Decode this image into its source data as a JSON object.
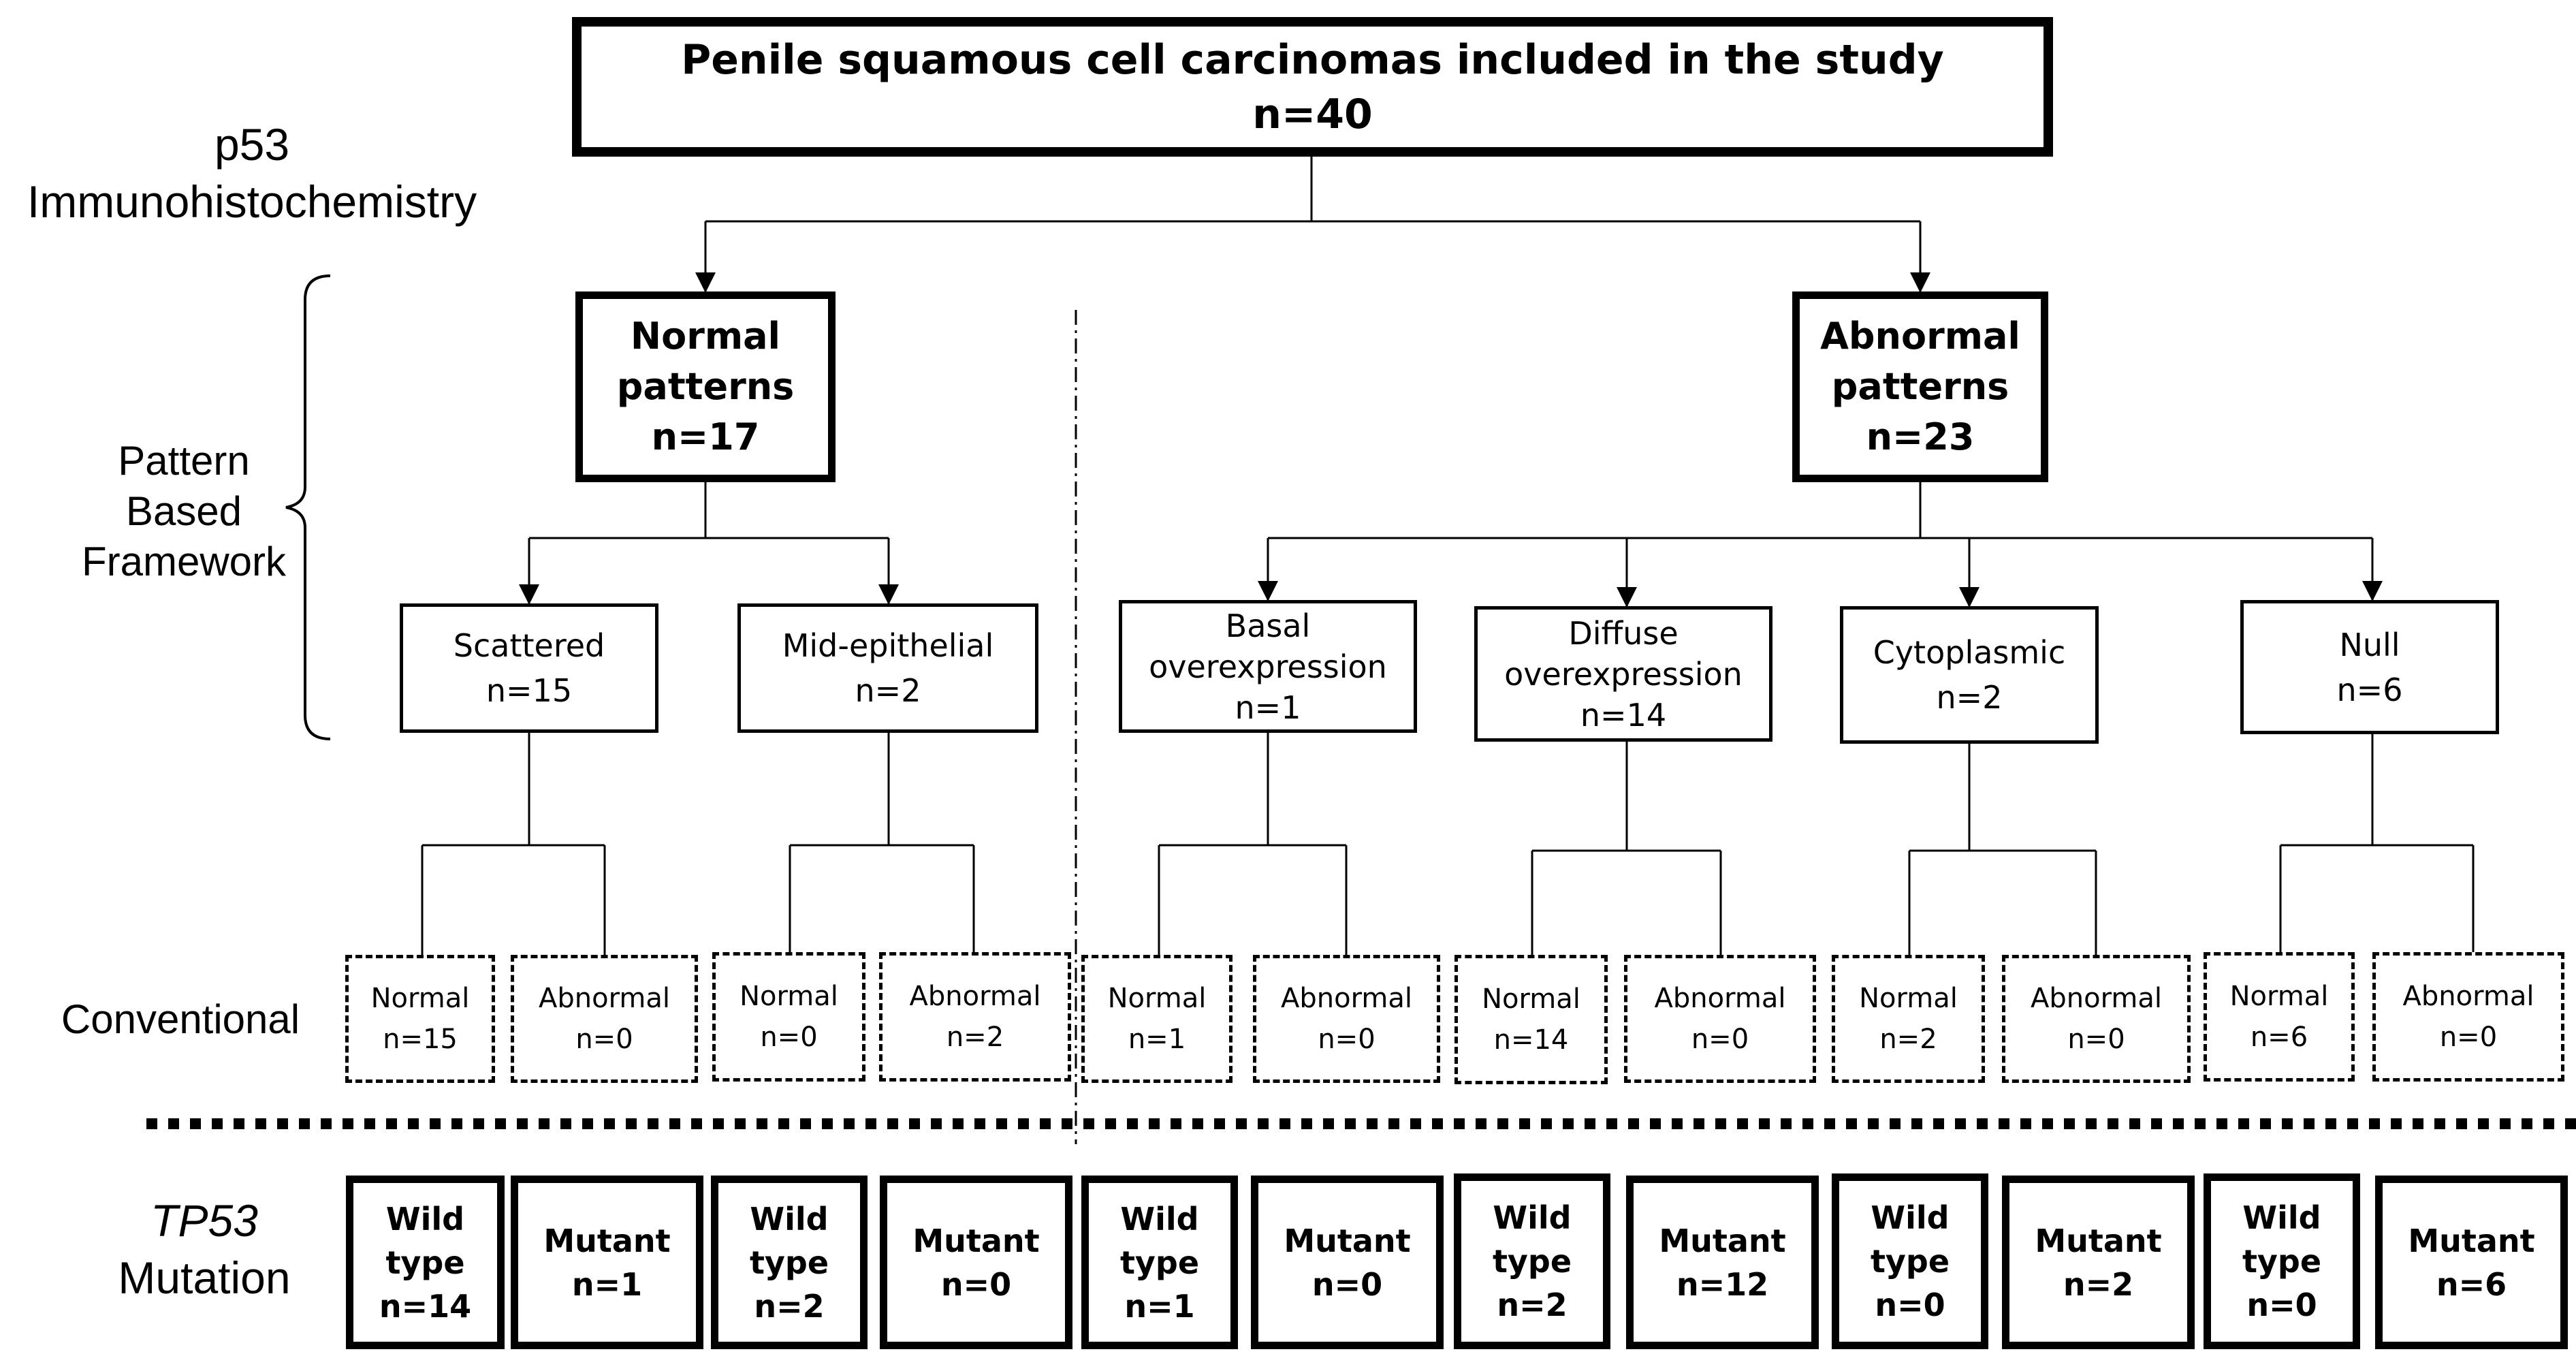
{
  "root": {
    "title": "Penile squamous cell carcinomas included in the study",
    "count": "n=40"
  },
  "left_labels": {
    "ihc": [
      "p53",
      "Immunohistochemistry"
    ],
    "framework": [
      "Pattern",
      "Based",
      "Framework"
    ],
    "conventional": "Conventional",
    "mutation": [
      "TP53",
      "Mutation"
    ]
  },
  "normal": {
    "lines": [
      "Normal",
      "patterns",
      "n=17"
    ]
  },
  "abnormal": {
    "lines": [
      "Abnormal",
      "patterns",
      "n=23"
    ]
  },
  "subpatterns": [
    {
      "lines": [
        "Scattered",
        "n=15"
      ]
    },
    {
      "lines": [
        "Mid-epithelial",
        "n=2"
      ]
    },
    {
      "lines": [
        "Basal",
        "overexpression",
        "n=1"
      ]
    },
    {
      "lines": [
        "Diffuse",
        "overexpression",
        "n=14"
      ]
    },
    {
      "lines": [
        "Cytoplasmic",
        "n=2"
      ]
    },
    {
      "lines": [
        "Null",
        "n=6"
      ]
    }
  ],
  "conventional": [
    {
      "lines": [
        "Normal",
        "n=15"
      ]
    },
    {
      "lines": [
        "Abnormal",
        "n=0"
      ]
    },
    {
      "lines": [
        "Normal",
        "n=0"
      ]
    },
    {
      "lines": [
        "Abnormal",
        "n=2"
      ]
    },
    {
      "lines": [
        "Normal",
        "n=1"
      ]
    },
    {
      "lines": [
        "Abnormal",
        "n=0"
      ]
    },
    {
      "lines": [
        "Normal",
        "n=14"
      ]
    },
    {
      "lines": [
        "Abnormal",
        "n=0"
      ]
    },
    {
      "lines": [
        "Normal",
        "n=2"
      ]
    },
    {
      "lines": [
        "Abnormal",
        "n=0"
      ]
    },
    {
      "lines": [
        "Normal",
        "n=6"
      ]
    },
    {
      "lines": [
        "Abnormal",
        "n=0"
      ]
    }
  ],
  "mutation": [
    {
      "lines": [
        "Wild",
        "type",
        "n=14"
      ]
    },
    {
      "lines": [
        "Mutant",
        "n=1"
      ]
    },
    {
      "lines": [
        "Wild",
        "type",
        "n=2"
      ]
    },
    {
      "lines": [
        "Mutant",
        "n=0"
      ]
    },
    {
      "lines": [
        "Wild",
        "type",
        "n=1"
      ]
    },
    {
      "lines": [
        "Mutant",
        "n=0"
      ]
    },
    {
      "lines": [
        "Wild",
        "type",
        "n=2"
      ]
    },
    {
      "lines": [
        "Mutant",
        "n=12"
      ]
    },
    {
      "lines": [
        "Wild",
        "type",
        "n=0"
      ]
    },
    {
      "lines": [
        "Mutant",
        "n=2"
      ]
    },
    {
      "lines": [
        "Wild",
        "type",
        "n=0"
      ]
    },
    {
      "lines": [
        "Mutant",
        "n=6"
      ]
    }
  ]
}
